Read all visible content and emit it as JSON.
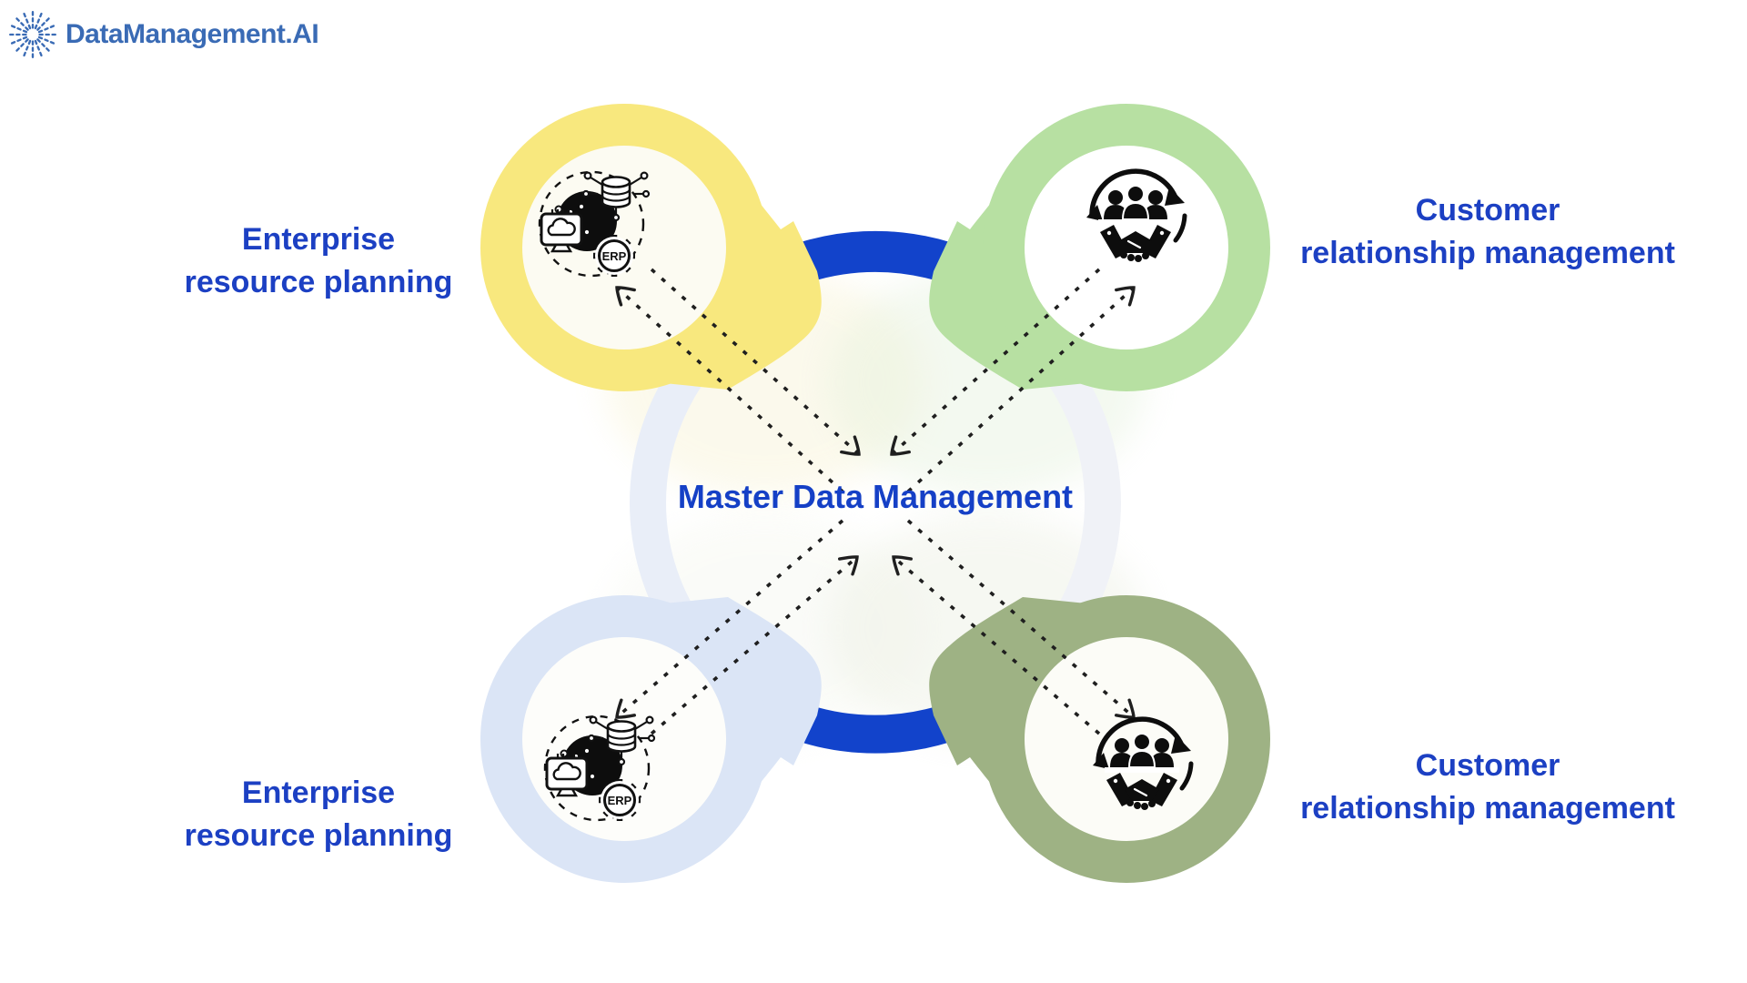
{
  "logo": {
    "text": "DataManagement.AI"
  },
  "center": {
    "title": "Master Data Management"
  },
  "nodes": {
    "erp_top": {
      "line1": "Enterprise",
      "line2": "resource planning"
    },
    "crm_top": {
      "line1": "Customer",
      "line2": "relationship management"
    },
    "erp_bottom": {
      "line1": "Enterprise",
      "line2": "resource planning"
    },
    "crm_bottom": {
      "line1": "Customer",
      "line2": "relationship management"
    }
  },
  "icons": {
    "erp_label": "ERP",
    "erp_icon_meaning": "erp-system-globe-gear-database-icon",
    "crm_icon_meaning": "crm-people-handshake-cycle-icon",
    "logo_icon_meaning": "starburst-icon"
  },
  "colors": {
    "ring_erp_top": "#F8E87E",
    "ring_crm_top": "#B7E0A2",
    "ring_erp_bottom": "#DBE5F6",
    "ring_crm_bottom": "#9EB284",
    "arc_blue": "#1243CB",
    "label_text": "#1C40C3",
    "center_text": "#1540C6",
    "logo_blue": "#3A6BB5",
    "arrow_dash": "#1f1f1f"
  }
}
